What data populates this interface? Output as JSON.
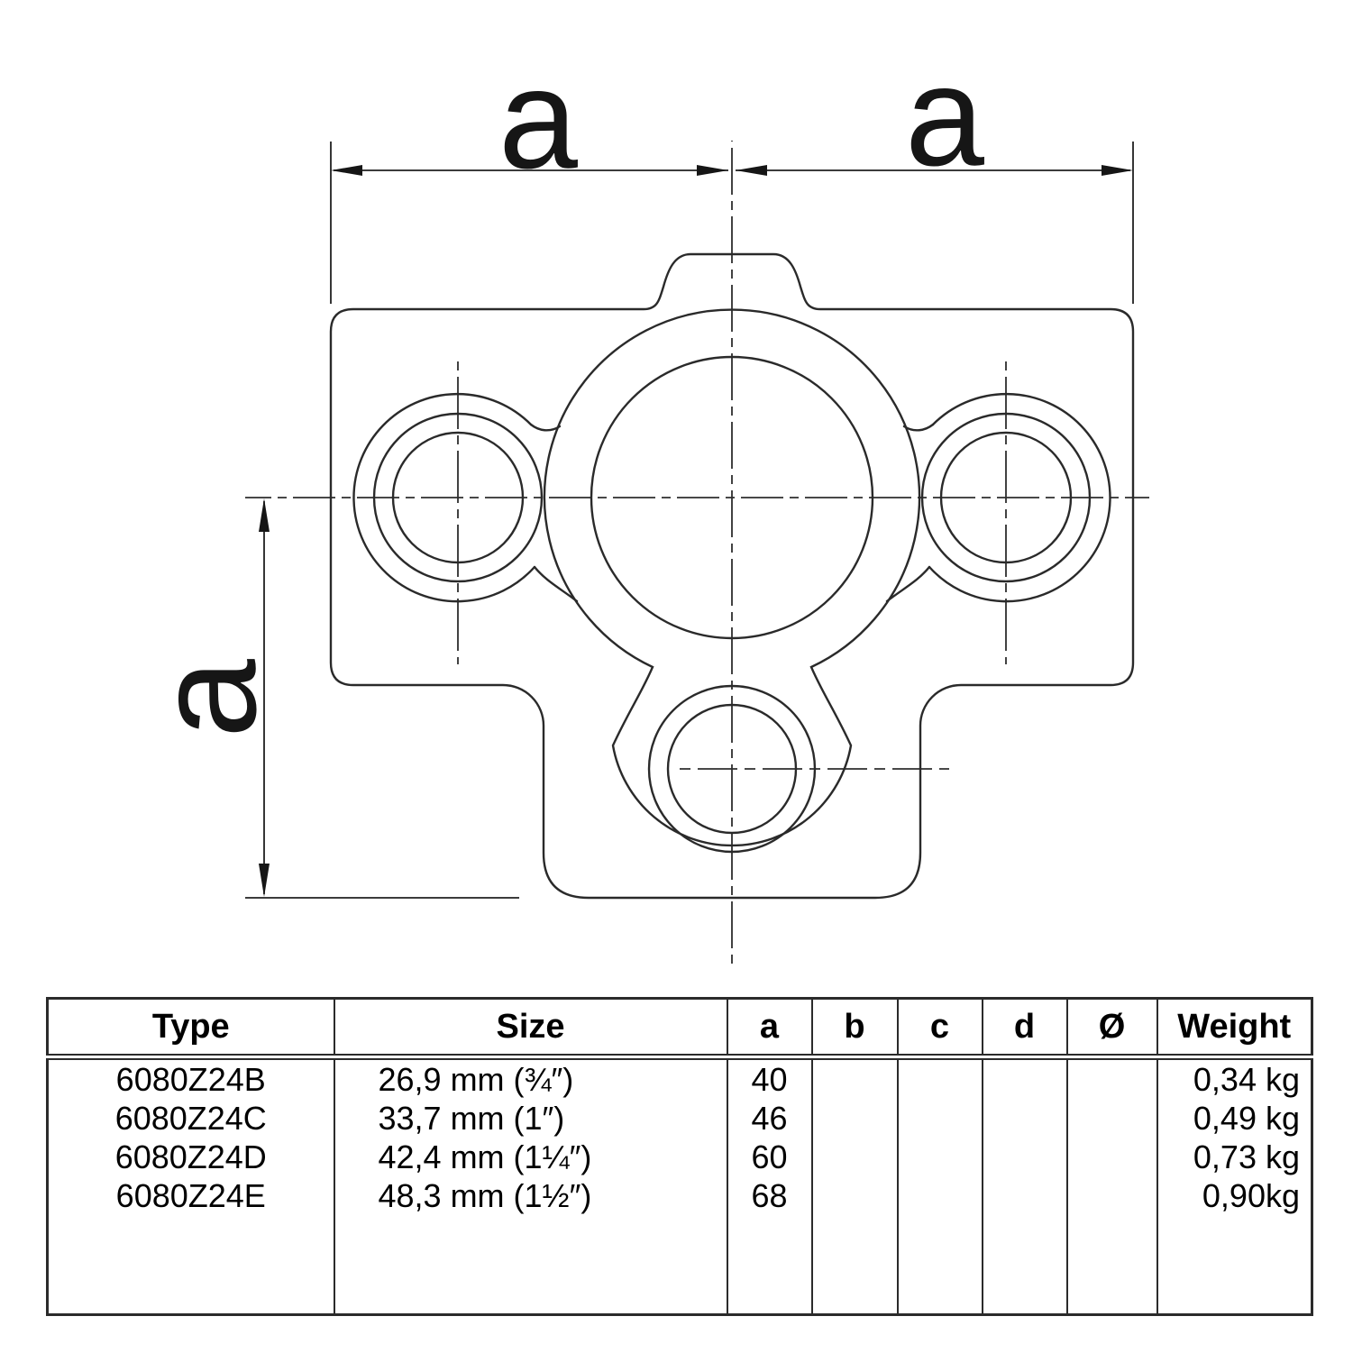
{
  "drawing": {
    "dim_labels": {
      "top_left": "a",
      "top_right": "a",
      "left": "a"
    }
  },
  "table": {
    "headers": {
      "type": "Type",
      "size": "Size",
      "a": "a",
      "b": "b",
      "c": "c",
      "d": "d",
      "diameter": "Ø",
      "weight": "Weight"
    },
    "rows": [
      {
        "type": "6080Z24B",
        "size": "26,9 mm (¾″)",
        "a": "40",
        "b": "",
        "c": "",
        "d": "",
        "diameter": "",
        "weight": "0,34 kg"
      },
      {
        "type": "6080Z24C",
        "size": "33,7 mm (1″)",
        "a": "46",
        "b": "",
        "c": "",
        "d": "",
        "diameter": "",
        "weight": "0,49 kg"
      },
      {
        "type": "6080Z24D",
        "size": "42,4 mm (1¼″)",
        "a": "60",
        "b": "",
        "c": "",
        "d": "",
        "diameter": "",
        "weight": "0,73 kg"
      },
      {
        "type": "6080Z24E",
        "size": "48,3 mm (1½″)",
        "a": "68",
        "b": "",
        "c": "",
        "d": "",
        "diameter": "",
        "weight": "0,90kg"
      }
    ]
  }
}
